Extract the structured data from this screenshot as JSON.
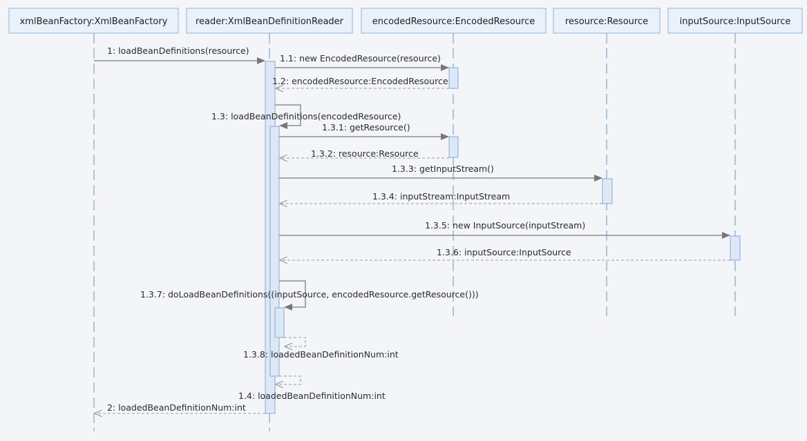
{
  "participants": [
    {
      "id": "xmlBeanFactory",
      "label": "xmlBeanFactory:XmlBeanFactory"
    },
    {
      "id": "reader",
      "label": "reader:XmlBeanDefinitionReader"
    },
    {
      "id": "encodedResource",
      "label": "encodedResource:EncodedResource"
    },
    {
      "id": "resource",
      "label": "resource:Resource"
    },
    {
      "id": "inputSource",
      "label": "inputSource:InputSource"
    }
  ],
  "messages": [
    {
      "id": "m1",
      "label": "1: loadBeanDefinitions(resource)",
      "kind": "sync"
    },
    {
      "id": "m1_1",
      "label": "1.1: new EncodedResource(resource)",
      "kind": "sync"
    },
    {
      "id": "m1_2",
      "label": "1.2: encodedResource:EncodedResource",
      "kind": "return"
    },
    {
      "id": "m1_3",
      "label": "1.3: loadBeanDefinitions(encodedResource)",
      "kind": "self"
    },
    {
      "id": "m1_3_1",
      "label": "1.3.1: getResource()",
      "kind": "sync"
    },
    {
      "id": "m1_3_2",
      "label": "1.3.2: resource:Resource",
      "kind": "return"
    },
    {
      "id": "m1_3_3",
      "label": "1.3.3: getInputStream()",
      "kind": "sync"
    },
    {
      "id": "m1_3_4",
      "label": "1.3.4: inputStream:InputStream",
      "kind": "return"
    },
    {
      "id": "m1_3_5",
      "label": "1.3.5: new InputSource(inputStream)",
      "kind": "sync"
    },
    {
      "id": "m1_3_6",
      "label": "1.3.6: inputSource:InputSource",
      "kind": "return"
    },
    {
      "id": "m1_3_7",
      "label": "1.3.7: doLoadBeanDefinitions((inputSource, encodedResource.getResource()))",
      "kind": "self"
    },
    {
      "id": "m1_3_8",
      "label": "1.3.8: loadedBeanDefinitionNum:int",
      "kind": "self-return"
    },
    {
      "id": "m1_4",
      "label": "1.4: loadedBeanDefinitionNum:int",
      "kind": "self-return"
    },
    {
      "id": "m2",
      "label": "2: loadedBeanDefinitionNum:int",
      "kind": "return"
    }
  ],
  "colors": {
    "background": "#f3f5f9",
    "participant_fill": "#e9f1fb",
    "participant_border": "#8fb2d8",
    "lifeline": "#7ea7d2",
    "activation_fill": "#dce8f6",
    "message_line": "#7b7b7b"
  }
}
